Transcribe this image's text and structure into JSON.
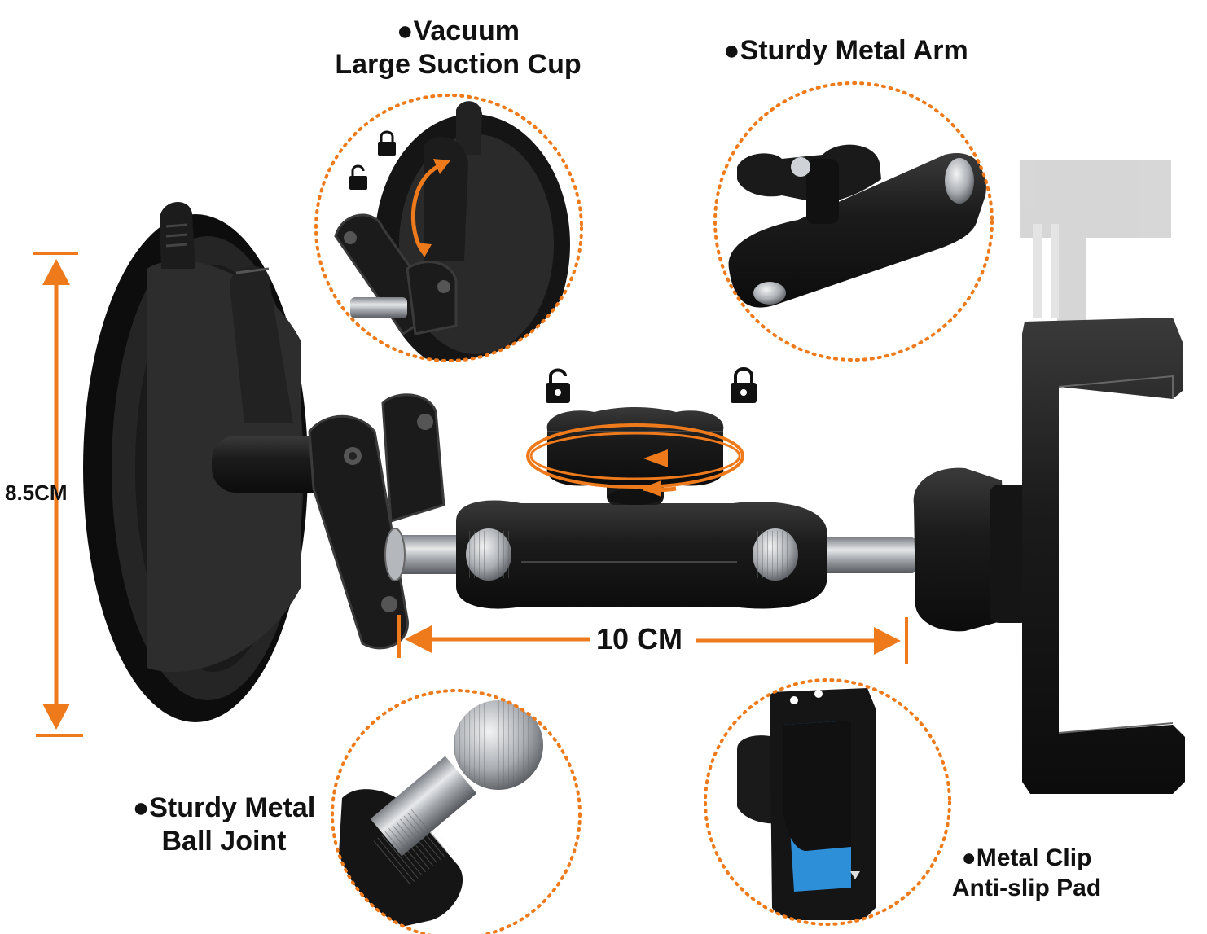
{
  "labels": {
    "vacuum_line1": "●Vacuum",
    "vacuum_line2": "Large Suction Cup",
    "arm": "●Sturdy Metal Arm",
    "ball_line1": "●Sturdy Metal",
    "ball_line2": "Ball Joint",
    "clip_line1": "●Metal Clip",
    "clip_line2": "Anti-slip Pad"
  },
  "dimensions": {
    "height": "8.5CM",
    "length": "10 CM"
  },
  "colors": {
    "accent": "#EE7A1B",
    "product": "#1A1A1A",
    "metal": "#B9BDC2",
    "pad": "#2E8FD9"
  },
  "icons": [
    "lock-open-icon",
    "lock-closed-icon",
    "rotate-arrow-icon"
  ]
}
